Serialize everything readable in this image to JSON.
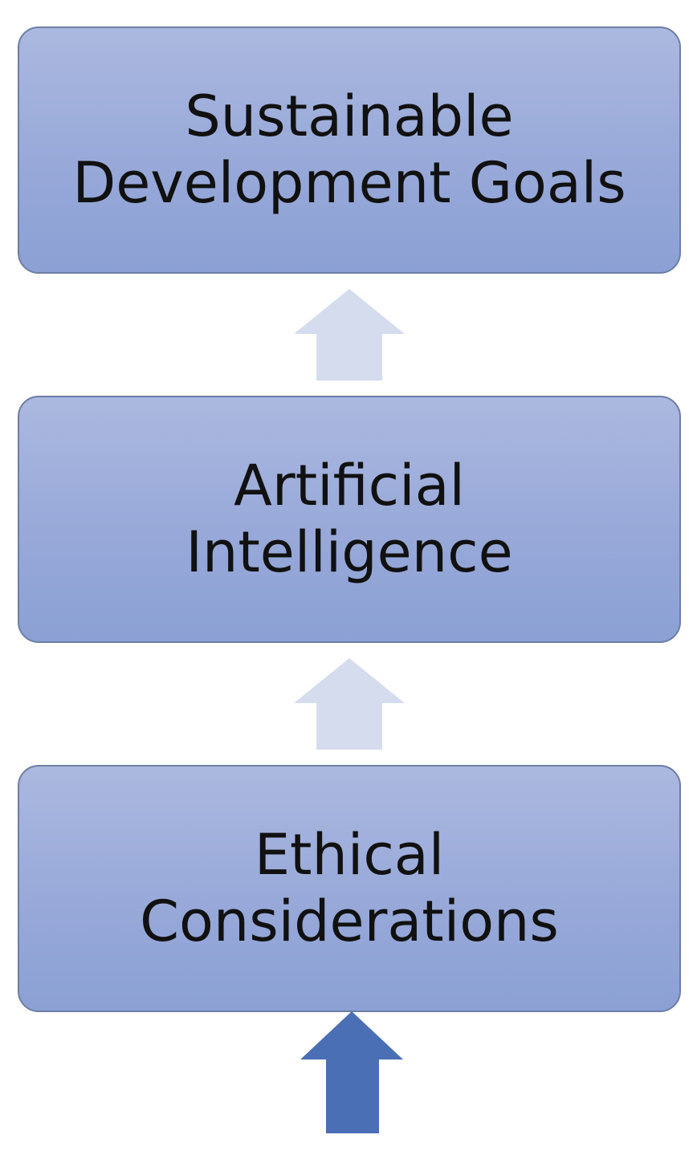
{
  "boxes": {
    "sdg": {
      "line1": "Sustainable",
      "line2": "Development Goals"
    },
    "ai": {
      "line1": "Artificial",
      "line2": "Intelligence"
    },
    "ethics": {
      "line1": "Ethical",
      "line2": "Considerations"
    }
  },
  "colors": {
    "box_top": "#abb8df",
    "box_bottom": "#8ba0d4",
    "box_border": "#6d7ea6",
    "arrow_light": "#d4dcee",
    "arrow_dark": "#4a6fb5",
    "text": "#111111"
  }
}
